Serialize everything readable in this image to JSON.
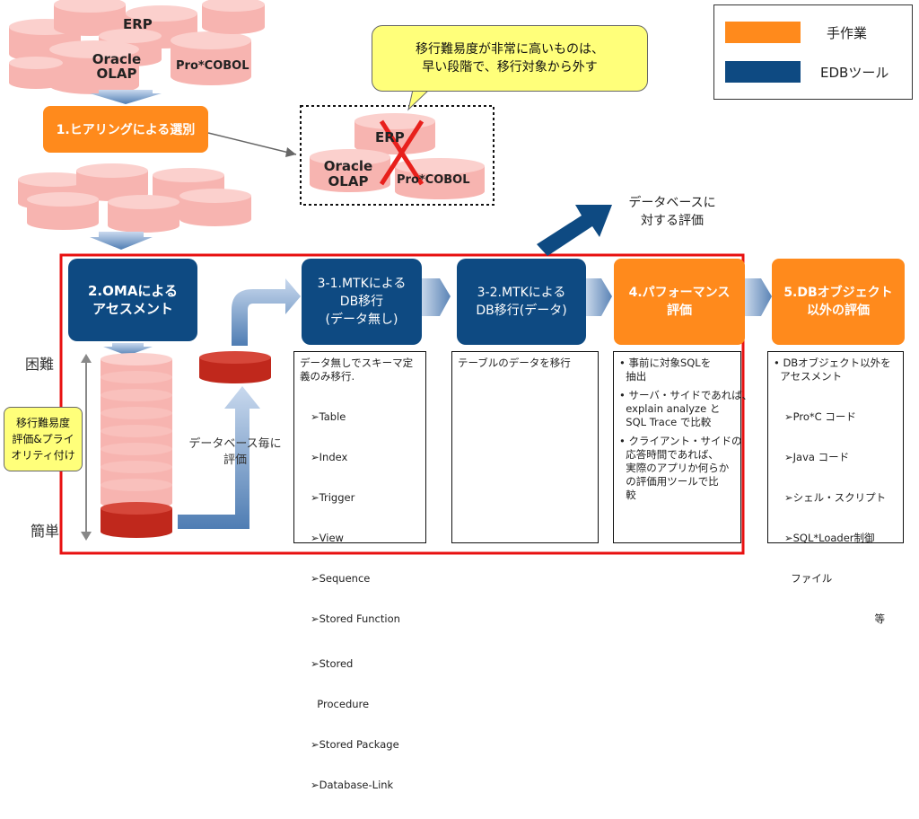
{
  "legend": {
    "manual_label": "手作業",
    "tool_label": "EDBツール",
    "manual_color": "#ff8a1c",
    "tool_color": "#0e4a82"
  },
  "top_cluster": {
    "erp": "ERP",
    "oracle_olap_1": "Oracle",
    "oracle_olap_2": "OLAP",
    "procobol": "Pro*COBOL"
  },
  "excluded_cluster": {
    "erp": "ERP",
    "oracle_olap_1": "Oracle",
    "oracle_olap_2": "OLAP",
    "procobol": "Pro*COBOL"
  },
  "callout": {
    "line1": "移行難易度が非常に高いものは、",
    "line2": "早い段階で、移行対象から外す"
  },
  "step1": {
    "label": "1.ヒアリングによる選別"
  },
  "db_eval": {
    "line1": "データベースに",
    "line2": "対する評価"
  },
  "step2": {
    "line1": "2.OMAによる",
    "line2": "アセスメント"
  },
  "step31": {
    "line1": "3-1.MTKによる",
    "line2": "DB移行",
    "line3": "(データ無し)"
  },
  "step32": {
    "line1": "3-2.MTKによる",
    "line2": "DB移行(データ)"
  },
  "step4": {
    "line1": "4.パフォーマンス",
    "line2": "評価"
  },
  "step5": {
    "line1": "5.DBオブジェクト",
    "line2": "以外の評価"
  },
  "difficulty": {
    "hard": "困難",
    "easy": "簡単"
  },
  "priority_note": {
    "line1": "移行難易度",
    "line2": "評価&プライ",
    "line3": "オリティ付け"
  },
  "per_db_eval": {
    "line1": "データベース毎に",
    "line2": "評価"
  },
  "detail31": {
    "intro1": "データ無しでスキーマ定",
    "intro2": "義のみ移行.",
    "items": [
      "➢Table",
      "➢Index",
      "➢Trigger",
      "➢View",
      "➢Sequence",
      "➢Stored Function",
      "➢Stored",
      "  Procedure",
      "➢Stored Package",
      "➢Database-Link"
    ]
  },
  "detail32": {
    "text": "テーブルのデータを移行"
  },
  "detail4": {
    "b1_1": "• 事前に対象SQLを",
    "b1_2": "  抽出",
    "b2_1": "• サーバ・サイドであれば、",
    "b2_2": "  explain analyze と",
    "b2_3": "  SQL Trace で比較",
    "b3_1": "• クライアント・サイドの",
    "b3_2": "  応答時間であれば、",
    "b3_3": "  実際のアプリか何らか",
    "b3_4": "  の評価用ツールで比",
    "b3_5": "  較"
  },
  "detail5": {
    "b1_1": "• DBオブジェクト以外を",
    "b1_2": "  アセスメント",
    "items": [
      "➢Pro*C コード",
      "➢Java コード",
      "➢シェル・スクリプト",
      "➢SQL*Loader制御",
      "  ファイル"
    ],
    "etc": "等"
  }
}
